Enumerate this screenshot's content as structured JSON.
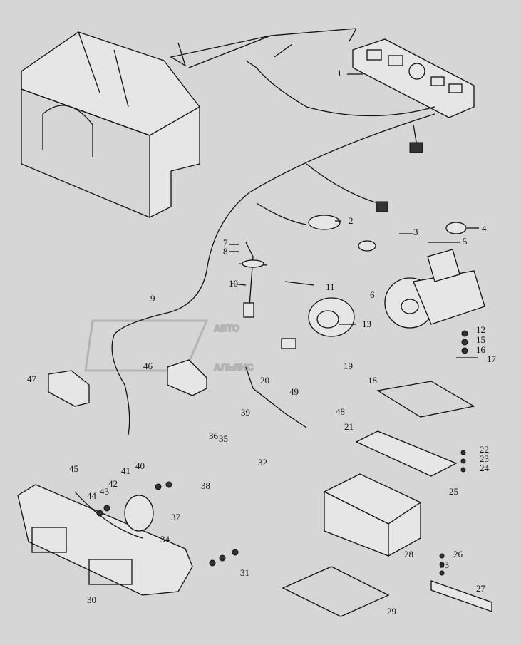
{
  "watermark": {
    "line1": "АВТО",
    "line2": "АЛЬЯНС"
  },
  "part_numbers": [
    "1",
    "2",
    "3",
    "4",
    "5",
    "6",
    "7",
    "8",
    "9",
    "10",
    "11",
    "12",
    "13",
    "15",
    "16",
    "17",
    "18",
    "19",
    "20",
    "21",
    "22",
    "23",
    "24",
    "25",
    "26",
    "27",
    "28",
    "29",
    "30",
    "31",
    "32",
    "33",
    "34",
    "35",
    "36",
    "37",
    "38",
    "39",
    "40",
    "41",
    "42",
    "43",
    "44",
    "45",
    "46",
    "47",
    "48",
    "49"
  ]
}
